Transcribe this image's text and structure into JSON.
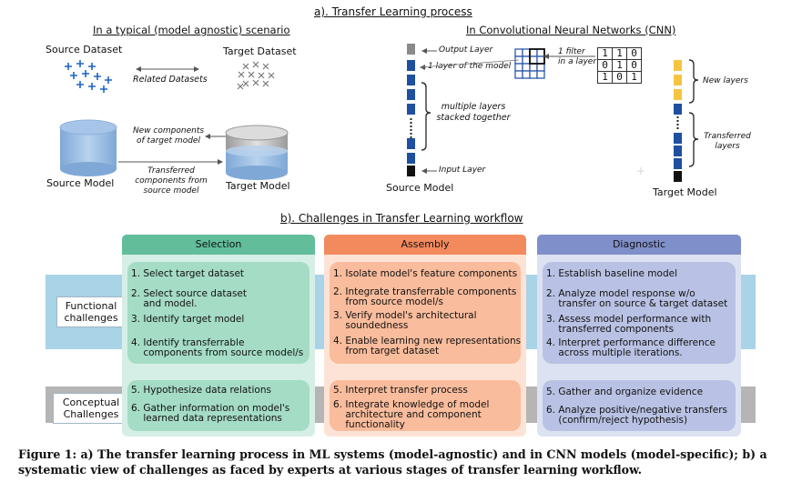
{
  "part_a": {
    "title": "a). Transfer Learning process",
    "left": {
      "heading": "In a typical (model agnostic) scenario",
      "source_dataset": "Source Dataset",
      "target_dataset": "Target Dataset",
      "related_datasets": "Related Datasets",
      "new_components": "New components\nof target model",
      "transferred": "Transferred\ncomponents from\nsource model",
      "source_model": "Source Model",
      "target_model": "Target Model"
    },
    "right": {
      "heading": "In Convolutional Neural Networks (CNN)",
      "output_layer": "Output Layer",
      "one_layer": "1 layer of the model",
      "one_filter": "1 filter\nin a layer",
      "multiple_layers": "multiple layers\nstacked together",
      "input_layer": "Input Layer",
      "new_layers": "New layers",
      "transferred_layers": "Transferred\nlayers",
      "source_model": "Source Model",
      "target_model": "Target Model",
      "filter_matrix": [
        [
          "1",
          "1",
          "0"
        ],
        [
          "0",
          "1",
          "0"
        ],
        [
          "1",
          "0",
          "1"
        ]
      ]
    }
  },
  "part_b": {
    "title": "b). Challenges in Transfer Learning workflow",
    "row_labels": {
      "functional": "Functional\nchallenges",
      "conceptual": "Conceptual\nChallenges"
    },
    "columns": [
      {
        "name": "Selection",
        "functional": [
          "1. Select target dataset",
          "2. Select source dataset\n    and model.",
          "3. Identify target model",
          "4. Identify transferrable\n    components from source model/s"
        ],
        "conceptual": [
          "5. Hypothesize data relations",
          "6. Gather information on model's\n    learned data representations"
        ]
      },
      {
        "name": "Assembly",
        "functional": [
          "1. Isolate model's feature components",
          "2. Integrate transferrable components\n    from source model/s",
          "3. Verify model's architectural\n    soundedness",
          "4. Enable learning new representations\n    from target dataset"
        ],
        "conceptual": [
          "5. Interpret transfer process",
          "6. Integrate knowledge of model\n    architecture and component\n    functionality"
        ]
      },
      {
        "name": "Diagnostic",
        "functional": [
          "1. Establish baseline model",
          "2. Analyze model response w/o\n    transfer on source & target dataset",
          "3. Assess model performance with\n    transferred components",
          "4. Interpret performance difference\n    across multiple iterations."
        ],
        "conceptual": [
          "5. Gather and organize evidence",
          "6. Analyze positive/negative transfers\n    (confirm/reject hypothesis)"
        ]
      }
    ]
  },
  "caption": "Figure 1: a) The transfer learning process in ML systems (model-agnostic) and in CNN models (model-specific); b) a systematic view of challenges as faced by experts at various stages of transfer learning workflow.",
  "colors": {
    "selection_header": "#62bd9b",
    "selection_bg": "#d5efe6",
    "selection_panel": "#a5dcc6",
    "assembly_header": "#f28a5d",
    "assembly_bg": "#fde3d6",
    "assembly_panel": "#f9bc9c",
    "diagnostic_header": "#7f8fca",
    "diagnostic_bg": "#dde2f2",
    "diagnostic_panel": "#b9c2e4",
    "functional_band": "#a9d3e6",
    "conceptual_band": "#b5b5b5",
    "layer_blue": "#1f4fa0",
    "layer_yellow": "#f5c542",
    "layer_gray": "#8a8a8a",
    "plus_blue": "#1f63c4",
    "x_gray": "#777777"
  }
}
